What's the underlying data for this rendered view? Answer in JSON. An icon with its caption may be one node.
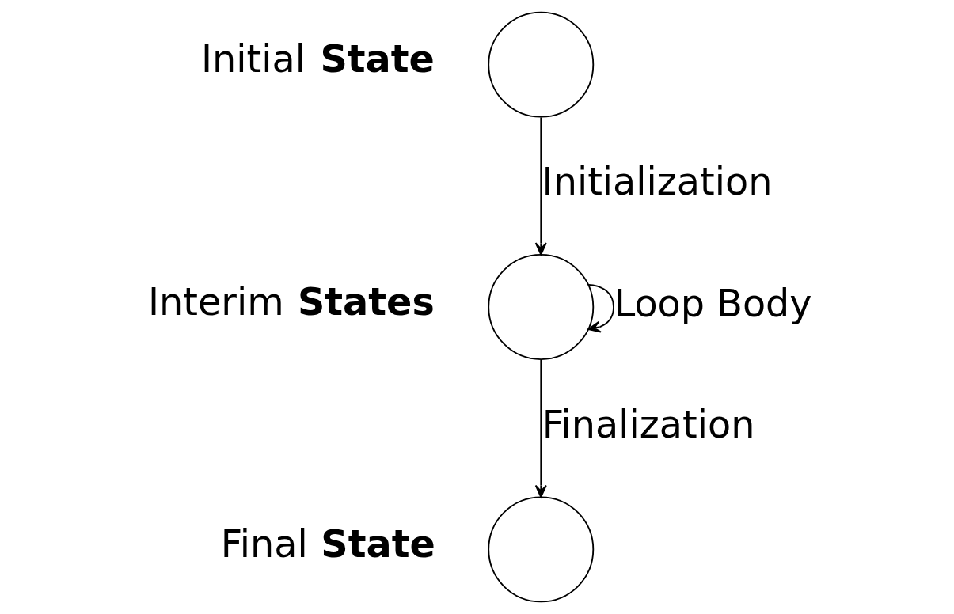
{
  "diagram": {
    "nodes": [
      {
        "text": [],
        "shape": "circle",
        "beside": [
          "Initial **State**"
        ]
      },
      {
        "text": [],
        "shape": "circle",
        "beside": [
          "Interim **States**"
        ]
      },
      {
        "text": [],
        "shape": "circle",
        "beside": [
          "Final **State**"
        ]
      }
    ],
    "edges": [
      {
        "from": 0,
        "to": 1,
        "arrow": "to",
        "label": "Initialization"
      },
      {
        "from": 1,
        "to": 1,
        "arrow": "to",
        "label": "Loop Body"
      },
      {
        "from": 1,
        "to": 2,
        "arrow": "to",
        "label": "Finalization"
      }
    ]
  }
}
